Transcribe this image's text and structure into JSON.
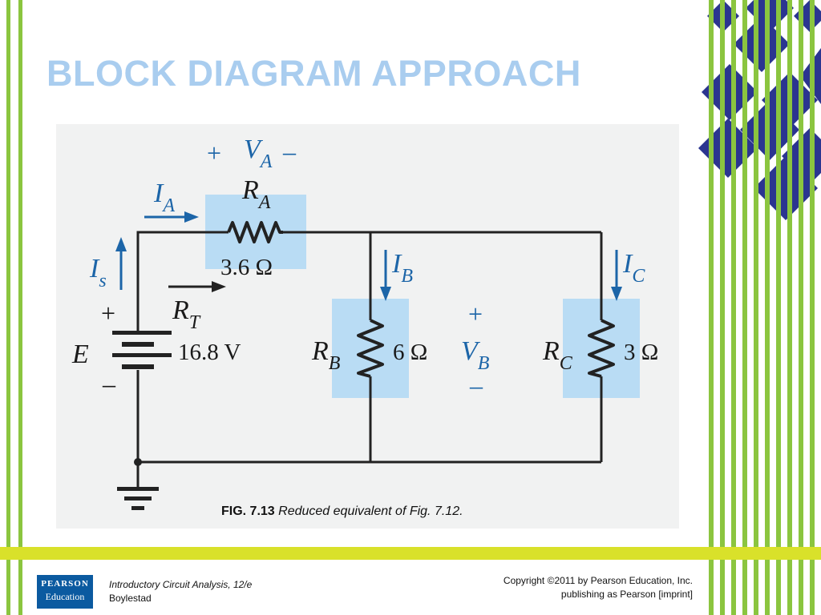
{
  "slide": {
    "title": "BLOCK DIAGRAM APPROACH"
  },
  "figure": {
    "caption_label": "FIG. 7.13",
    "caption_text": "Reduced equivalent of Fig. 7.12.",
    "labels": {
      "va_plus": "+",
      "va_symbol": "V",
      "va_sub": "A",
      "va_minus": "–",
      "ia_symbol": "I",
      "ia_sub": "A",
      "ra_symbol": "R",
      "ra_sub": "A",
      "ra_value": "3.6 Ω",
      "is_symbol": "I",
      "is_sub": "s",
      "rt_symbol": "R",
      "rt_sub": "T",
      "e_plus": "+",
      "e_symbol": "E",
      "e_value": "16.8 V",
      "e_minus": "–",
      "ib_symbol": "I",
      "ib_sub": "B",
      "rb_symbol": "R",
      "rb_sub": "B",
      "rb_value": "6 Ω",
      "vb_plus": "+",
      "vb_symbol": "V",
      "vb_sub": "B",
      "vb_minus": "–",
      "ic_symbol": "I",
      "ic_sub": "C",
      "rc_symbol": "R",
      "rc_sub": "C",
      "rc_value": "3 Ω"
    }
  },
  "footer": {
    "logo_line1": "PEARSON",
    "logo_line2": "Education",
    "book_title": "Introductory Circuit Analysis, 12/e",
    "author": "Boylestad",
    "copyright_line1": "Copyright ©2011 by Pearson Education, Inc.",
    "copyright_line2": "publishing as Pearson [imprint]"
  },
  "colors": {
    "title": "#a9cdef",
    "stripe_green": "#8bc53f",
    "diamond_navy": "#2b3590",
    "band_yellow": "#d9e12a",
    "highlight_blue": "#b9dcf4",
    "current_blue": "#1c65a8"
  }
}
